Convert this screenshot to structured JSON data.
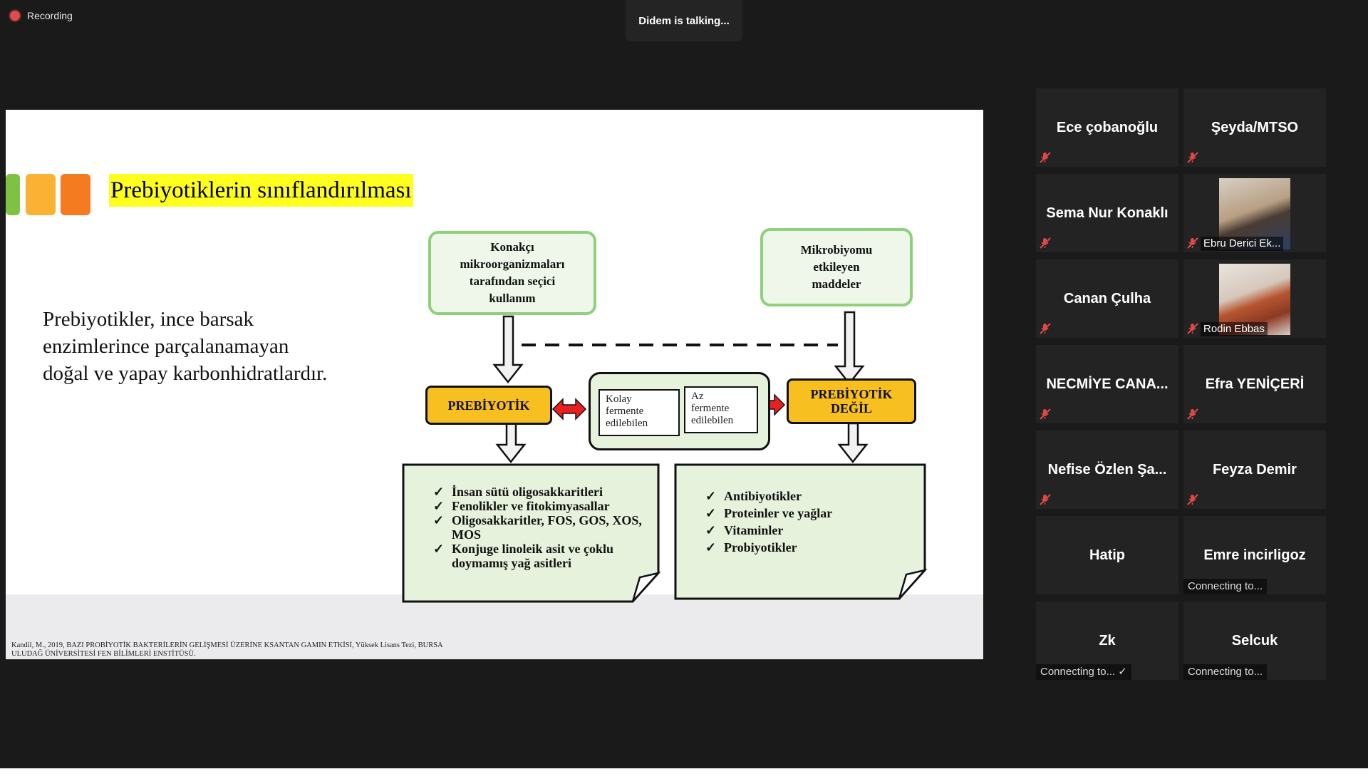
{
  "recording": {
    "label": "Recording"
  },
  "speaker": {
    "text": "Didem is talking..."
  },
  "slide": {
    "title": "Prebiyotiklerin sınıflandırılması",
    "definition_lines": [
      "Prebiyotikler, ince barsak",
      "enzimlerince parçalanamayan",
      "doğal ve yapay karbonhidratlardır."
    ],
    "box_left_top_lines": [
      "Konakçı",
      "mikroorganizmaları",
      "tarafından seçici",
      "kullanım"
    ],
    "box_right_top_lines": [
      "Mikrobiyomu",
      "etkileyen",
      "maddeler"
    ],
    "prebiyotik": "PREBİYOTİK",
    "not_prebiyotik_lines": [
      "PREBİYOTİK",
      "DEĞİL"
    ],
    "easy_ferment_lines": [
      "Kolay",
      "fermente",
      "edilebilen"
    ],
    "little_ferment_lines": [
      "Az",
      "fermente",
      "edilebilen"
    ],
    "left_list": [
      "İnsan sütü oligosakkaritleri",
      "Fenolikler ve fitokimyasallar",
      "Oligosakkaritler, FOS, GOS, XOS, MOS",
      "Konjuge linoleik asit ve çoklu doymamış yağ asitleri"
    ],
    "right_list": [
      "Antibiyotikler",
      "Proteinler ve yağlar",
      "Vitaminler",
      "Probiyotikler"
    ],
    "citation_line1": "Kandil, M., 2019, BAZI PROBİYOTİK BAKTERİLERİN GELİŞMESİ ÜZERİNE KSANTAN GAMIN ETKİSİ, Yüksek Lisans Tezi, BURSA",
    "citation_line2": "ULUDAĞ ÜNİVERSİTESİ FEN BİLİMLERİ ENSTİTÜSÜ.",
    "accent_colors": [
      "#7dc242",
      "#f9b233",
      "#f57b20"
    ]
  },
  "participants": [
    {
      "name": "Ece çobanoğlu",
      "muted": true
    },
    {
      "name": "Şeyda/MTSO",
      "muted": true
    },
    {
      "name": "Sema Nur Konaklı",
      "muted": true
    },
    {
      "name": "Ebru Derici Ek...",
      "muted": true,
      "video": true
    },
    {
      "name": "Canan Çulha",
      "muted": true
    },
    {
      "name": "Rodin Ebbas",
      "muted": true,
      "video": true
    },
    {
      "name": "NECMİYE CANA...",
      "muted": true
    },
    {
      "name": "Efra YENİÇERİ",
      "muted": true
    },
    {
      "name": "Nefise Özlen Şa...",
      "muted": true
    },
    {
      "name": "Feyza Demir",
      "muted": true
    },
    {
      "name": "Hatip",
      "muted": false
    },
    {
      "name": "Emre incirligoz",
      "status": "Connecting to..."
    },
    {
      "name": "Zk",
      "status": "Connecting to... ✓"
    },
    {
      "name": "Selcuk",
      "status": "Connecting to..."
    }
  ]
}
